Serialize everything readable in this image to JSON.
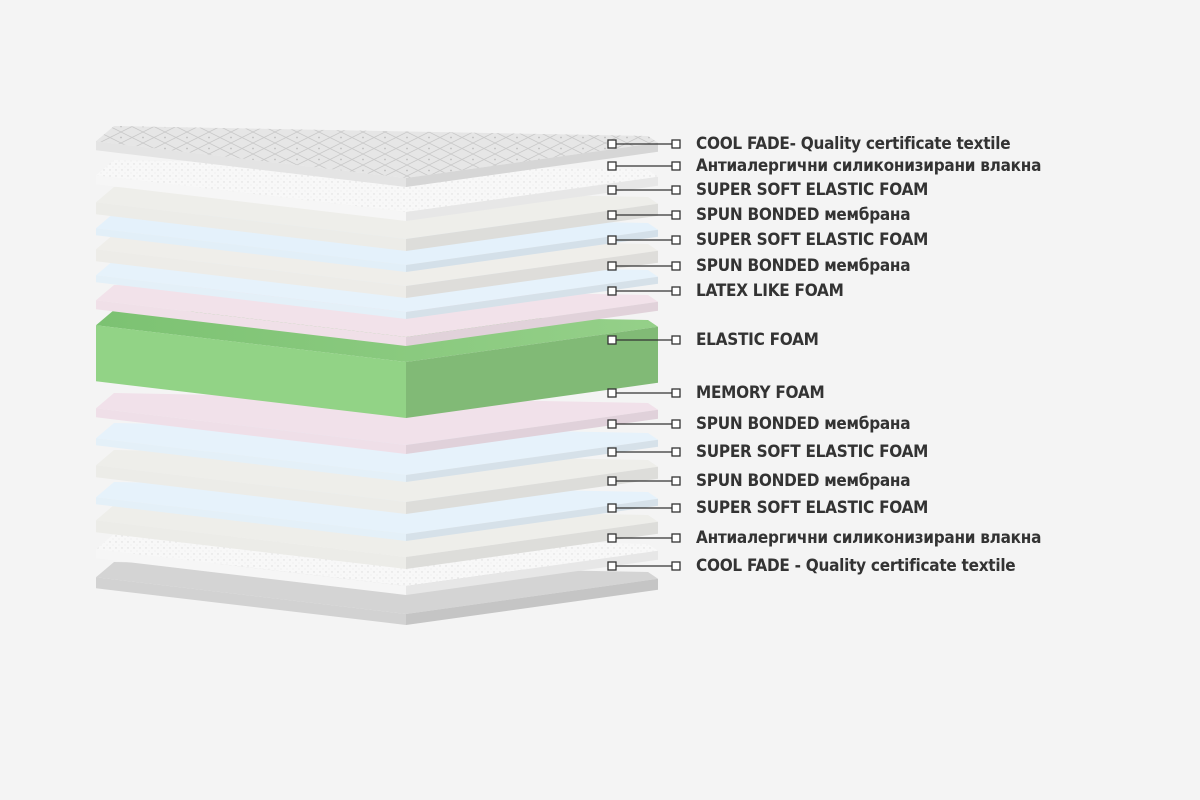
{
  "layers": [
    {
      "label": "COOL FADE- Quality certificate textile",
      "material": "quilted-textile",
      "color": "#e6e6e6"
    },
    {
      "label": "Антиалергични силиконизирани влакна",
      "material": "fiber",
      "color": "#f8f8f8"
    },
    {
      "label": "SUPER SOFT ELASTIC FOAM",
      "material": "foam",
      "color": "#eeeeea"
    },
    {
      "label": "SPUN BONDED мембрана",
      "material": "membrane",
      "color": "#e4f1fb"
    },
    {
      "label": "SUPER SOFT ELASTIC FOAM",
      "material": "foam",
      "color": "#efeeea"
    },
    {
      "label": "SPUN BONDED мембрана",
      "material": "membrane",
      "color": "#e6f2fb"
    },
    {
      "label": "LATEX LIKE FOAM",
      "material": "latex",
      "color": "#f2e2ea"
    },
    {
      "label": "ELASTIC FOAM",
      "material": "elastic-core",
      "color": "#8fcf83"
    },
    {
      "label": "MEMORY FOAM",
      "material": "memory",
      "color": "#f1e1ea"
    },
    {
      "label": "SPUN BONDED мембрана",
      "material": "membrane",
      "color": "#e6f2fb"
    },
    {
      "label": "SUPER SOFT ELASTIC FOAM",
      "material": "foam",
      "color": "#eeeeea"
    },
    {
      "label": "SPUN BONDED мембрана",
      "material": "membrane",
      "color": "#e6f2fb"
    },
    {
      "label": "SUPER SOFT ELASTIC FOAM",
      "material": "foam",
      "color": "#eeeeea"
    },
    {
      "label": "Антиалергични силиконизирани влакна",
      "material": "fiber",
      "color": "#f8f8f8"
    },
    {
      "label": "COOL FADE - Quality certificate textile",
      "material": "base-textile",
      "color": "#d4d4d4"
    }
  ]
}
